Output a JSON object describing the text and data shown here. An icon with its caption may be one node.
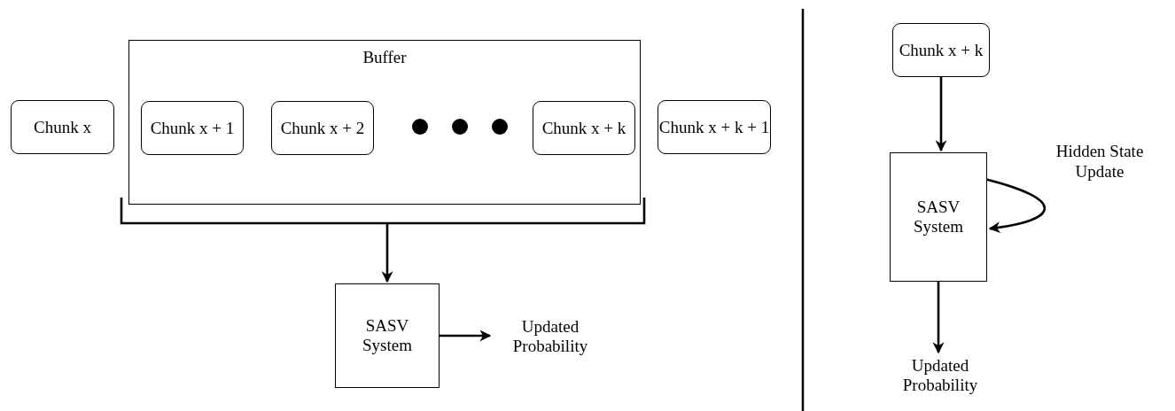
{
  "diagram": {
    "nodes": [
      {
        "text": [
          "Buffer"
        ]
      },
      {
        "text": [
          "Chunk x"
        ]
      },
      {
        "text": [
          "Chunk x + 1"
        ],
        "in": 0
      },
      {
        "text": [
          "Chunk x + 2"
        ],
        "in": 0
      },
      {
        "text": [
          "Chunk x + k"
        ],
        "in": 0
      },
      {
        "text": [
          "Chunk x + k + 1"
        ]
      },
      {
        "text": [
          "SASV System"
        ]
      },
      {
        "text": [
          "Updated Probability"
        ]
      },
      {
        "text": [
          "Chunk x + k"
        ]
      },
      {
        "text": [
          "SASV System"
        ]
      },
      {
        "text": [
          "Updated Probability"
        ]
      }
    ],
    "edges": [
      {
        "from": 0,
        "to": 6,
        "arrow": "to"
      },
      {
        "from": 6,
        "to": 7,
        "arrow": "to"
      },
      {
        "from": 8,
        "to": 9,
        "arrow": "to"
      },
      {
        "from": 9,
        "to": 9,
        "arrow": "to",
        "label": "Hidden State Update"
      },
      {
        "from": 9,
        "to": 10,
        "arrow": "to"
      }
    ]
  }
}
